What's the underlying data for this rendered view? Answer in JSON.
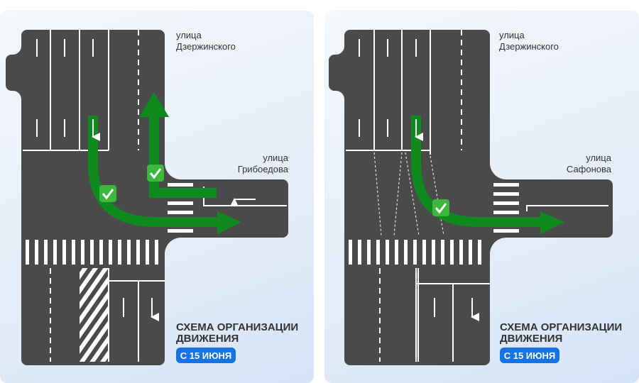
{
  "colors": {
    "road": "#4a4a4a",
    "route": "#0f8a1f",
    "badge": "#1673e6",
    "check": "#3cb83c"
  },
  "left": {
    "street_top_1": "улица",
    "street_top_2": "Дзержинского",
    "street_side_1": "улица",
    "street_side_2": "Грибоедова",
    "title_1": "СХЕМА ОРГАНИЗАЦИИ",
    "title_2": "ДВИЖЕНИЯ",
    "badge": "С 15 ИЮНЯ"
  },
  "right": {
    "street_top_1": "улица",
    "street_top_2": "Дзержинского",
    "street_side_1": "улица",
    "street_side_2": "Сафонова",
    "title_1": "СХЕМА ОРГАНИЗАЦИИ",
    "title_2": "ДВИЖЕНИЯ",
    "badge": "С 15 ИЮНЯ"
  }
}
